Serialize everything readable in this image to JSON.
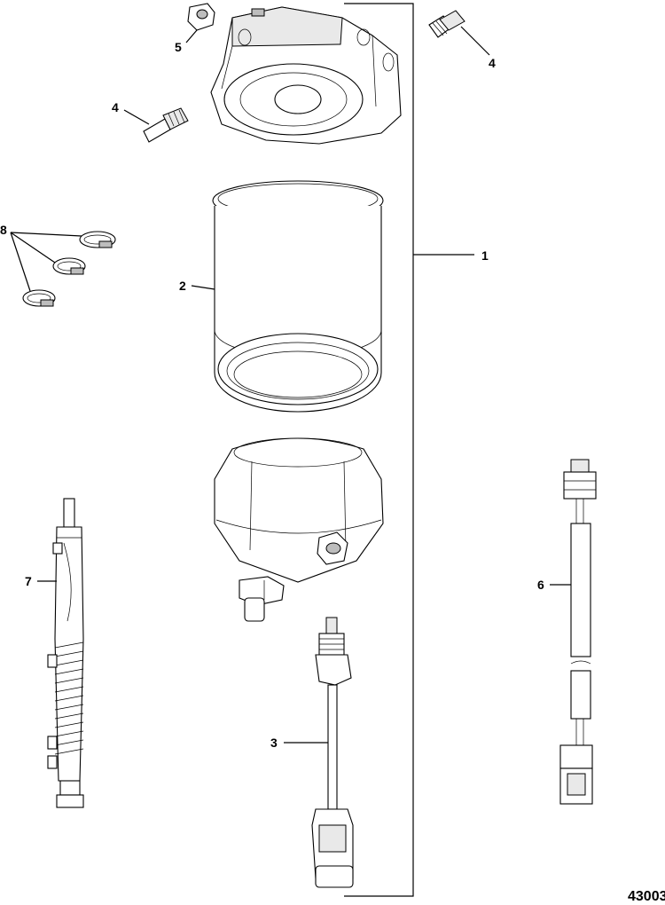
{
  "figure_number": "43003",
  "callouts": {
    "c1": "1",
    "c2": "2",
    "c3": "3",
    "c4a": "4",
    "c4b": "4",
    "c5": "5",
    "c6": "6",
    "c7": "7",
    "c8": "8"
  },
  "parts": [
    {
      "ref": "c1",
      "icon": "filter-assembly-bracket"
    },
    {
      "ref": "c2",
      "icon": "filter-element"
    },
    {
      "ref": "c3",
      "icon": "water-sensor-harness"
    },
    {
      "ref": "c4a",
      "icon": "fitting"
    },
    {
      "ref": "c4b",
      "icon": "fitting"
    },
    {
      "ref": "c5",
      "icon": "plug"
    },
    {
      "ref": "c6",
      "icon": "harness"
    },
    {
      "ref": "c7",
      "icon": "hose"
    },
    {
      "ref": "c8",
      "icon": "clamp"
    }
  ]
}
